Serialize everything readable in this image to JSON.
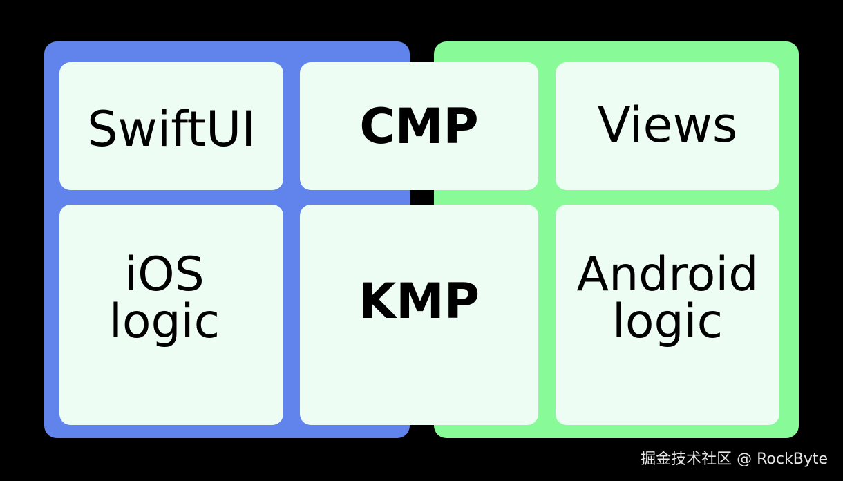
{
  "panels": {
    "ios_color": "#6183EC",
    "android_color": "#88FA98",
    "cell_color": "#EEFDF3"
  },
  "cells": {
    "swiftui": "SwiftUI",
    "cmp": "CMP",
    "views": "Views",
    "ios_logic": "iOS\nlogic",
    "kmp": "KMP",
    "android_logic": "Android\nlogic"
  },
  "watermark": "掘金技术社区 @ RockByte"
}
